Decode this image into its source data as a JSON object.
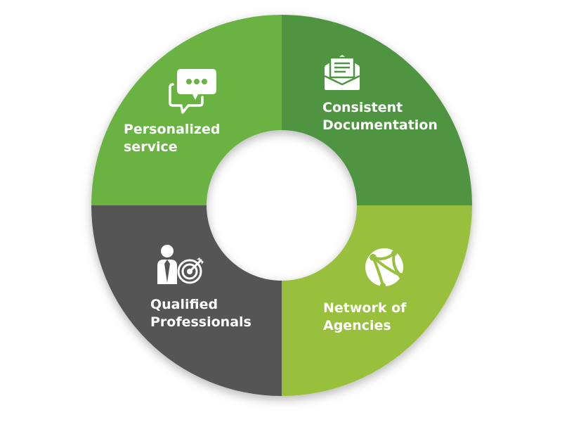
{
  "diagram": {
    "segments": [
      {
        "id": "personalized",
        "line1": "Personalized",
        "line2": "service",
        "color": "#6ab243",
        "icon": "chat-bubbles-icon"
      },
      {
        "id": "documentation",
        "line1": "Consistent",
        "line2": "Documentation",
        "color": "#4f9440",
        "icon": "envelope-letter-icon"
      },
      {
        "id": "network",
        "line1": "Network of",
        "line2": "Agencies",
        "color": "#98c03c",
        "icon": "globe-network-icon"
      },
      {
        "id": "qualified",
        "line1": "Qualified",
        "line2": "Professionals",
        "color": "#545555",
        "icon": "professional-target-icon"
      }
    ]
  }
}
